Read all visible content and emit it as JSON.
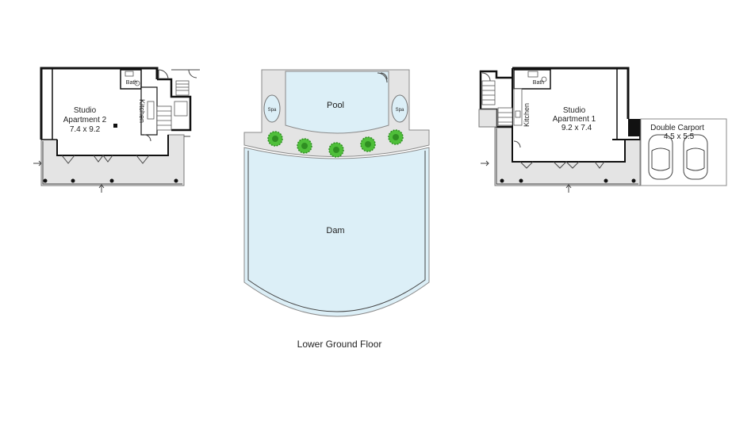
{
  "floor_title": "Lower Ground Floor",
  "apartment_2": {
    "name_line1": "Studio",
    "name_line2": "Apartment 2",
    "size": "7.4 x 9.2",
    "bath": "Bath",
    "kitchen": "Kitchen"
  },
  "apartment_1": {
    "name_line1": "Studio",
    "name_line2": "Apartment 1",
    "size": "9.2 x 7.4",
    "bath": "Bath",
    "kitchen": "Kitchen"
  },
  "carport": {
    "name": "Double Carport",
    "size": "4.5 x 5.5"
  },
  "pool": {
    "name": "Pool",
    "spa_left": "Spa",
    "spa_right": "Spa"
  },
  "dam": {
    "name": "Dam"
  },
  "colors": {
    "water": "#dceff7",
    "deck": "#e4e4e4",
    "tree": "#4fbf3a",
    "tree_dark": "#2f8f22",
    "wall": "#111111"
  }
}
